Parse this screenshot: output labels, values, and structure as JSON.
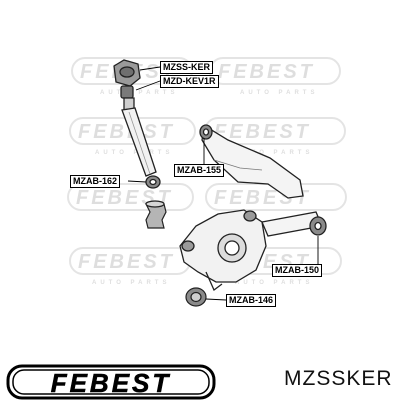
{
  "callouts": {
    "mzss_ker": "MZSS-KER",
    "mzd_kev1r": "MZD-KEV1R",
    "mzab_155": "MZAB-155",
    "mzab_162": "MZAB-162",
    "mzab_150": "MZAB-150",
    "mzab_146": "MZAB-146"
  },
  "watermark": {
    "word": "FEBEST",
    "subtext": "AUTO PARTS",
    "color": "#d9d9d9"
  },
  "brand": {
    "logo_text": "FEBEST"
  },
  "part_number": "MZSSKER",
  "colors": {
    "ink": "#000000",
    "part_outline": "#222222",
    "rubber_fill": "#8a8a8a",
    "watermark": "#d9d9d9"
  }
}
